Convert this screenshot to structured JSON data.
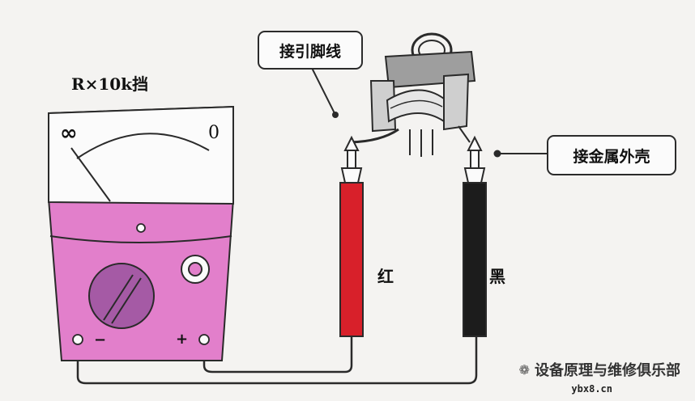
{
  "labels": {
    "range": "R×10k挡",
    "lead_pin": "接引脚线",
    "metal_shell": "接金属外壳",
    "red": "红",
    "black": "黑"
  },
  "meter": {
    "scale_infinity": "∞",
    "scale_zero": "0",
    "terminal_negative": "−",
    "terminal_positive": "+"
  },
  "watermark": {
    "icon": "wechat-icon",
    "text": "设备原理与维修俱乐部",
    "site": "ybx8.cn"
  },
  "colors": {
    "meter_body": "#e27fcb",
    "knob": "#a55aa5",
    "red_probe": "#d8202a",
    "black_probe": "#1c1c1c",
    "transformer": "#bdbdbd"
  }
}
